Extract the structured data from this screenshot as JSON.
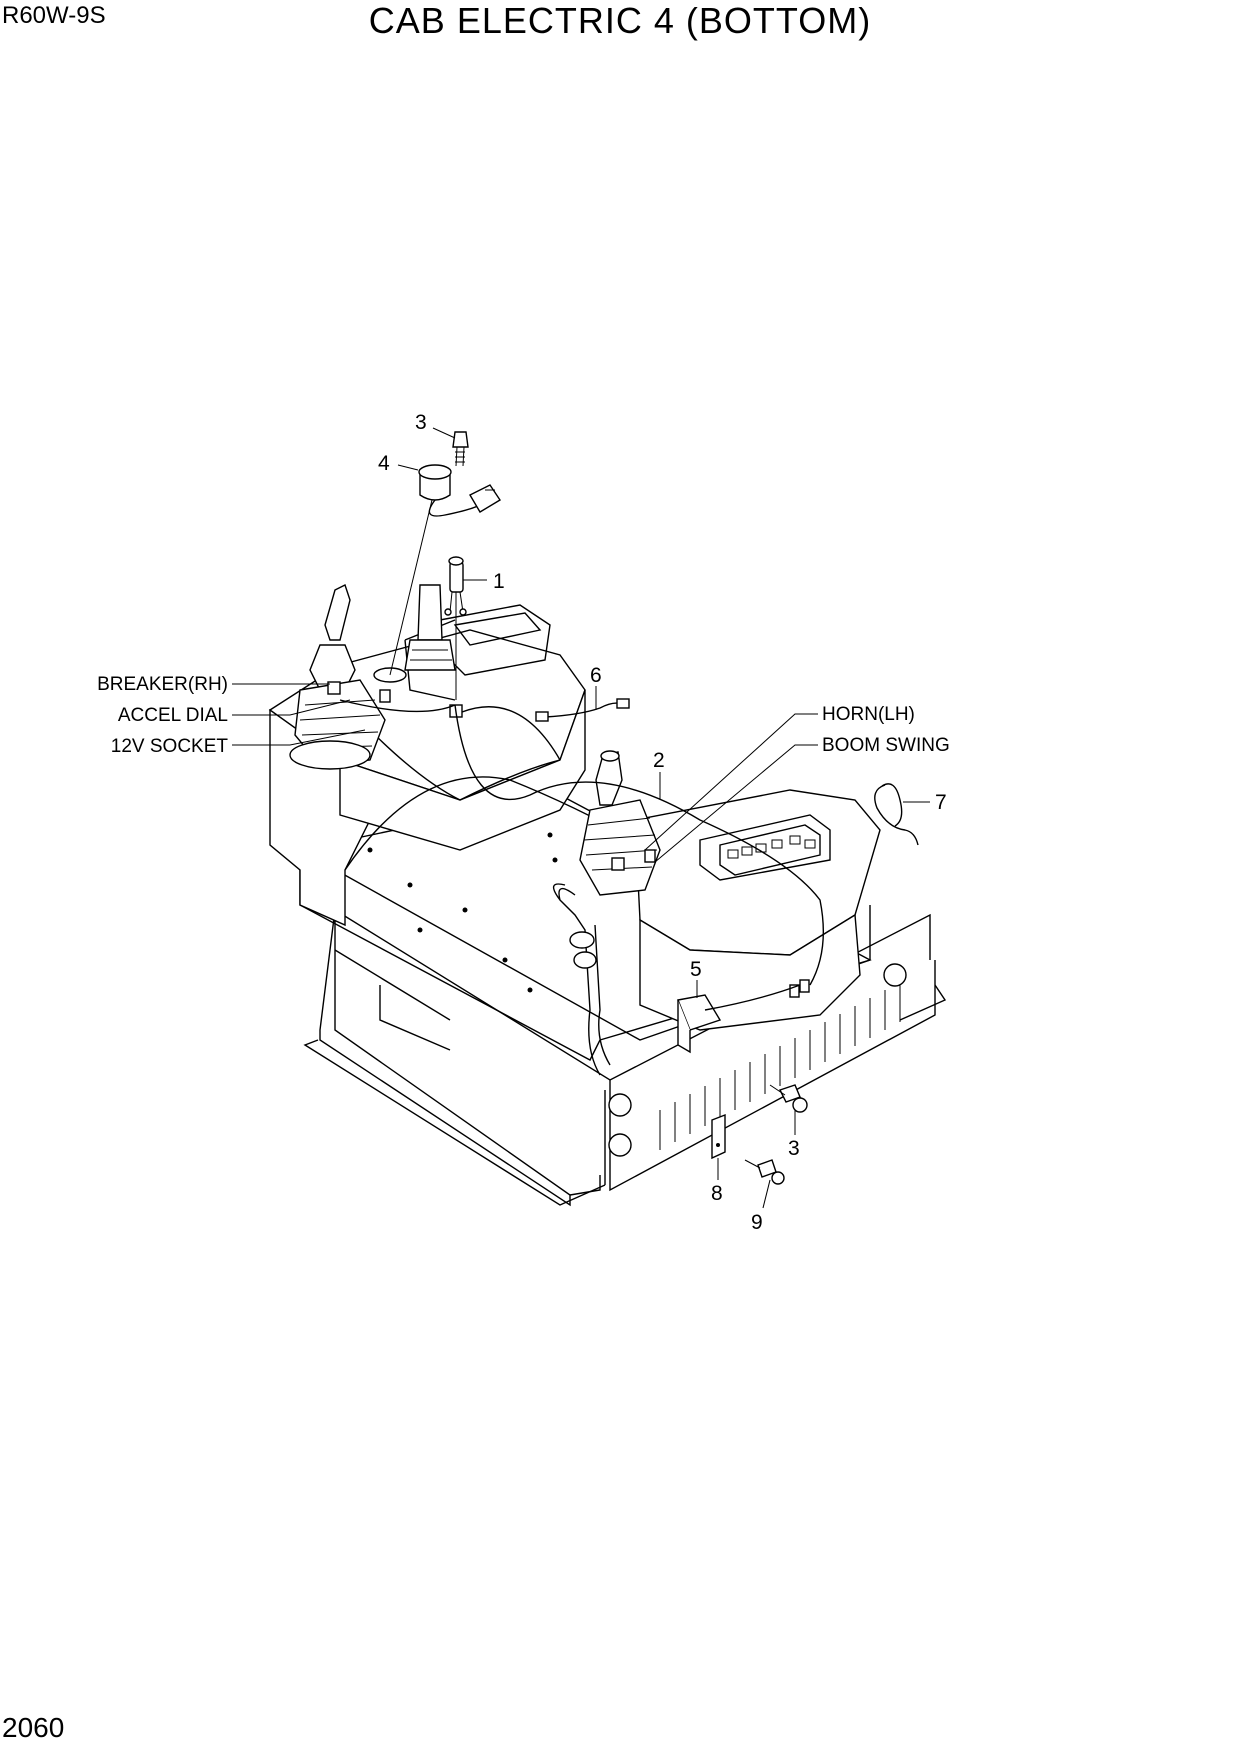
{
  "header": {
    "model_code": "R60W-9S",
    "title": "CAB ELECTRIC 4 (BOTTOM)"
  },
  "footer": {
    "page_number": "2060"
  },
  "callouts": {
    "part_3_top": "3",
    "part_4": "4",
    "part_1": "1",
    "part_6": "6",
    "part_2": "2",
    "part_7": "7",
    "part_5": "5",
    "part_3_bottom": "3",
    "part_8": "8",
    "part_9": "9"
  },
  "labels": {
    "breaker": "BREAKER(RH)",
    "accel_dial": "ACCEL DIAL",
    "socket": "12V SOCKET",
    "horn": "HORN(LH)",
    "boom_swing": "BOOM SWING"
  }
}
